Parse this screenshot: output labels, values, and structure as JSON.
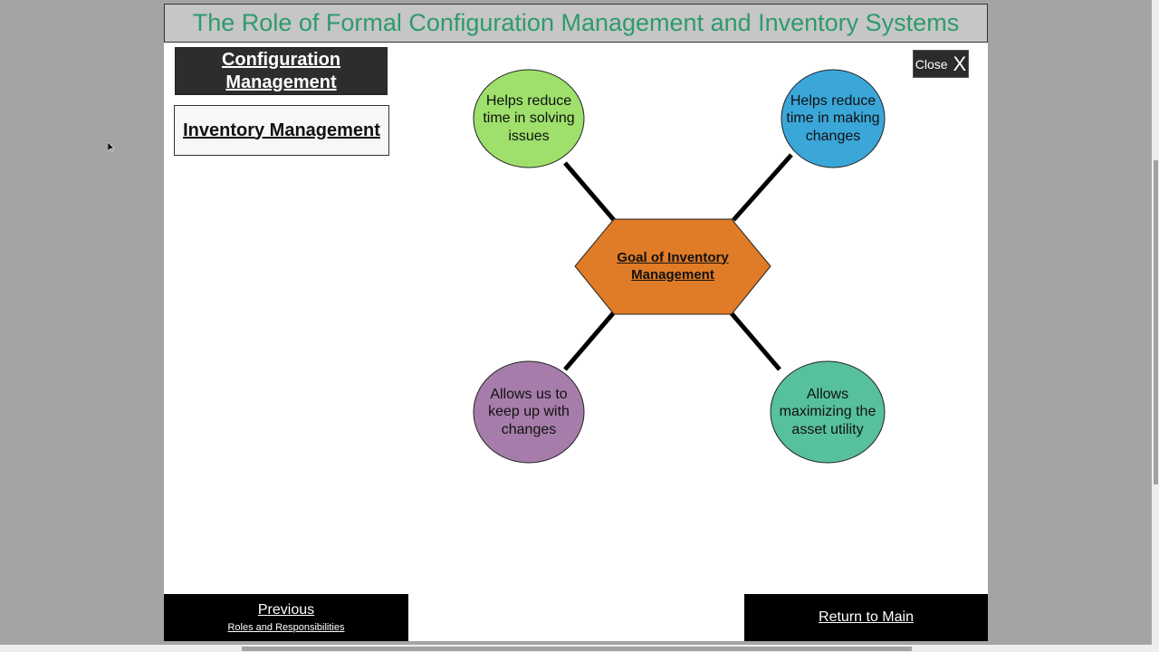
{
  "header": {
    "title": "The Role of Formal Configuration Management and Inventory Systems"
  },
  "nav": {
    "items": [
      {
        "label": "Configuration Management",
        "state": "active"
      },
      {
        "label": "Inventory Management",
        "state": "inactive"
      }
    ]
  },
  "close_button": {
    "label": "Close",
    "icon": "X"
  },
  "diagram": {
    "hub": {
      "label": "Goal of Inventory Management",
      "color": "#e07b27"
    },
    "nodes": [
      {
        "label": "Helps reduce time in solving issues",
        "color": "#9ee06b"
      },
      {
        "label": "Helps reduce time in making changes",
        "color": "#3ba6d8"
      },
      {
        "label": "Allows us to keep up with changes",
        "color": "#a67daa"
      },
      {
        "label": "Allows maximizing the asset utility",
        "color": "#57c09c"
      }
    ]
  },
  "footer": {
    "previous": {
      "label": "Previous",
      "sublabel": "Roles and Responsibilities"
    },
    "return": {
      "label": "Return to Main"
    }
  },
  "colors": {
    "title_text": "#2e9a6e",
    "title_bar": "#c6c6c6",
    "page_background": "#a3a4a6"
  }
}
